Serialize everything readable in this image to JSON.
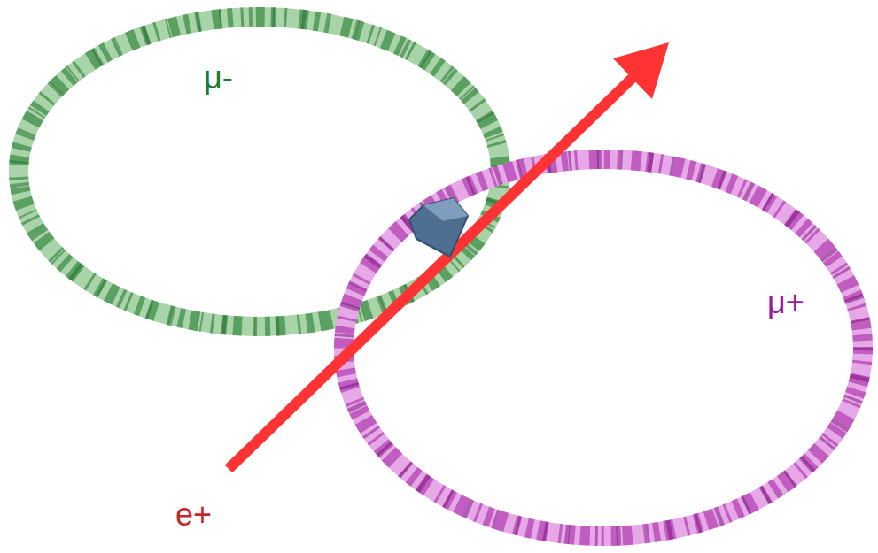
{
  "diagram": {
    "labels": [
      "μ-",
      "μ+",
      "e+"
    ]
  }
}
